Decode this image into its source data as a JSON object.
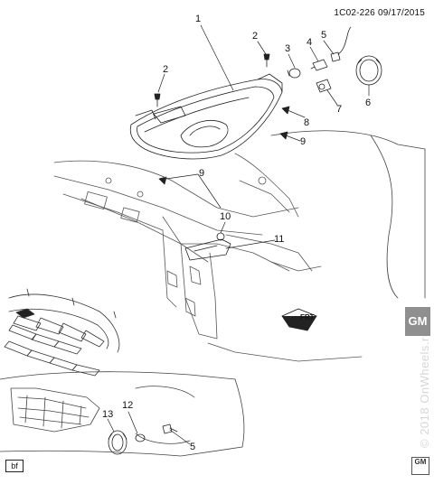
{
  "header": {
    "diagram_code": "1C02-226",
    "date": "09/17/2015"
  },
  "callouts": [
    "1",
    "2",
    "2",
    "3",
    "4",
    "5",
    "6",
    "7",
    "8",
    "9",
    "9",
    "10",
    "11",
    "12",
    "13",
    "5"
  ],
  "direction_label": "FRT",
  "footer_tag": "bf",
  "watermark": "© 2018 OnWheels.ru",
  "brand_badge": "GM",
  "brand_logo": "GM"
}
